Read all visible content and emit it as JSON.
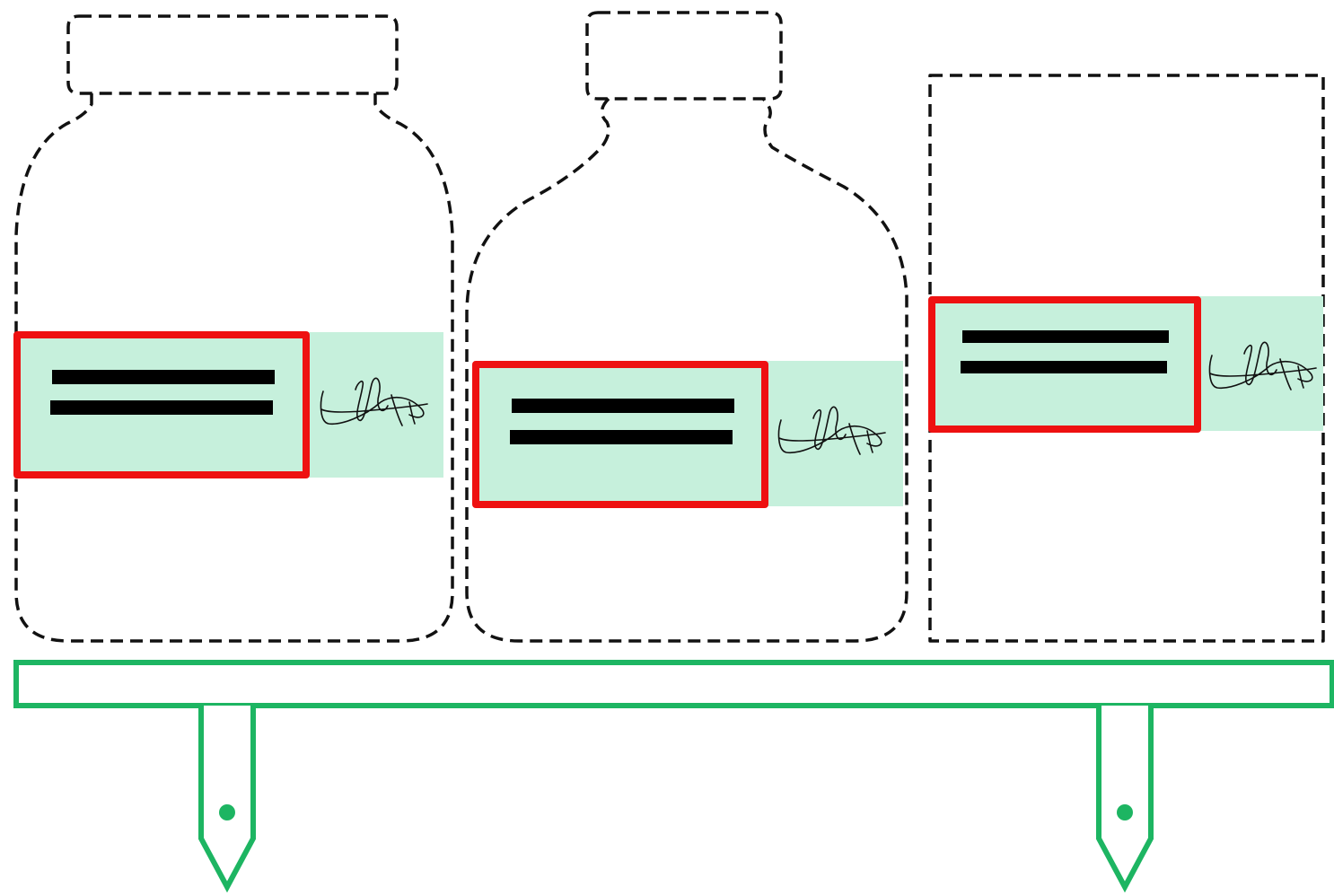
{
  "colors": {
    "outline": "#111111",
    "label_frame": "#ee1111",
    "label_band": "#c6f0dc",
    "text_bars": "#000000",
    "shelf": "#1db562",
    "signature": "#111111",
    "background": "#ffffff"
  },
  "containers": [
    {
      "id": "wide-jar",
      "shape": "wide-mouth jar"
    },
    {
      "id": "narrow-bottle",
      "shape": "narrow-neck bottle"
    },
    {
      "id": "box",
      "shape": "rectangular box"
    }
  ],
  "labels": [
    {
      "container": "wide-jar",
      "text_lines": 2,
      "signed": true
    },
    {
      "container": "narrow-bottle",
      "text_lines": 2,
      "signed": true
    },
    {
      "container": "box",
      "text_lines": 2,
      "signed": true
    }
  ],
  "shelf": {
    "support_brackets": 2,
    "style": "outlined rail"
  }
}
